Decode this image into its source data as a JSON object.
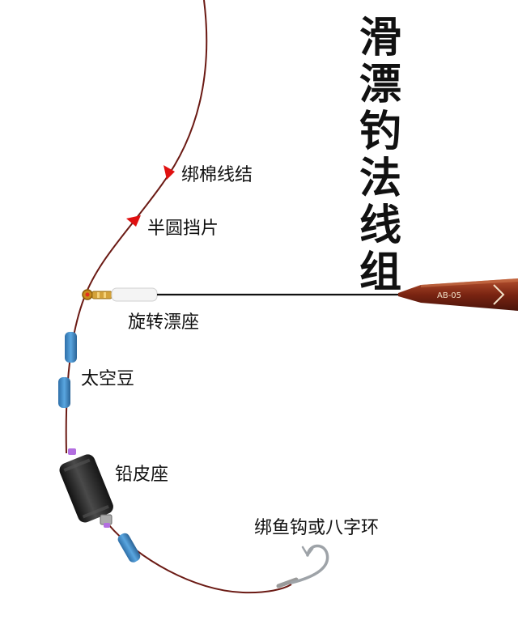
{
  "title": "滑漂钓法线组",
  "labels": {
    "knot": "绑棉线结",
    "stopper": "半圆挡片",
    "swivel": "旋转漂座",
    "beans": "太空豆",
    "sinker": "铅皮座",
    "hook": "绑鱼钩或八字环"
  },
  "float_marking": "AB-05",
  "colors": {
    "line": "#6b1a14",
    "stopper": "#e01010",
    "bean": "#3a86c4",
    "sinker": "#262626",
    "float_body": "#8a2a16"
  }
}
